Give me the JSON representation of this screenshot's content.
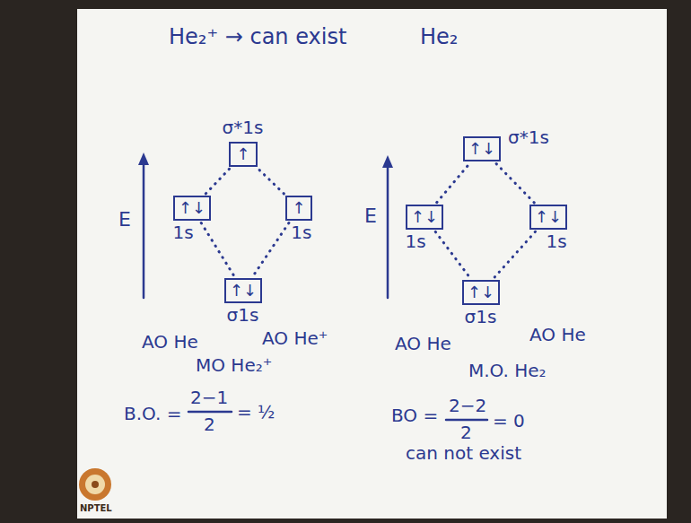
{
  "diagram": {
    "nodes": [
      {
        "text": [
          "↑",
          "σ*1s"
        ]
      },
      {
        "text": [
          "↑↓",
          "1s"
        ]
      },
      {
        "text": [
          "↑",
          "1s"
        ]
      },
      {
        "text": [
          "↑↓",
          "σ1s"
        ]
      },
      {
        "text": [
          "↑↓",
          "σ*1s"
        ]
      },
      {
        "text": [
          "↑↓",
          "1s"
        ]
      },
      {
        "text": [
          "↑↓",
          "1s"
        ]
      },
      {
        "text": [
          "↑↓",
          "σ1s"
        ]
      }
    ],
    "edges": [
      {
        "from": 1,
        "to": 0,
        "arrow": "none"
      },
      {
        "from": 2,
        "to": 0,
        "arrow": "none"
      },
      {
        "from": 1,
        "to": 3,
        "arrow": "none"
      },
      {
        "from": 2,
        "to": 3,
        "arrow": "none"
      },
      {
        "from": 5,
        "to": 4,
        "arrow": "none"
      },
      {
        "from": 6,
        "to": 4,
        "arrow": "none"
      },
      {
        "from": 5,
        "to": 7,
        "arrow": "none"
      },
      {
        "from": 6,
        "to": 7,
        "arrow": "none"
      }
    ],
    "labels": [
      "He₂⁺ → can exist",
      "He₂",
      "E",
      "AO He",
      "AO He⁺",
      "MO He₂⁺",
      "B.O. =",
      "2−1",
      "2",
      "= ½",
      "E",
      "AO He",
      "AO He",
      "M.O. He₂",
      "BO =",
      "2−2",
      "2",
      "= 0",
      "can not exist",
      "NPTEL"
    ]
  }
}
